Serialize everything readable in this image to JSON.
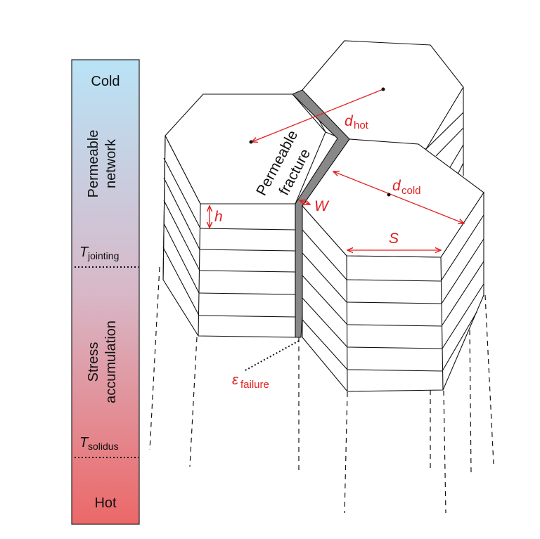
{
  "colorbar": {
    "top_label": "Cold",
    "bottom_label": "Hot",
    "upper_zone_line1": "Permeable",
    "upper_zone_line2": "network",
    "lower_zone_line1": "Stress",
    "lower_zone_line2": "accumulation",
    "t_jointing_main": "T",
    "t_jointing_sub": "jointing",
    "t_solidus_main": "T",
    "t_solidus_sub": "solidus",
    "color_top": "#b9e3f6",
    "color_bottom": "#ec6868"
  },
  "diagram": {
    "fracture_line1": "Permeable",
    "fracture_line2": "fracture",
    "d_hot_main": "d",
    "d_hot_sub": "hot",
    "d_cold_main": "d",
    "d_cold_sub": "cold",
    "width_label": "W",
    "height_label": "h",
    "spacing_label": "S",
    "eps_main": "ε",
    "eps_sub": "failure",
    "annotation_color": "#e0201f",
    "fracture_color": "#888888"
  }
}
